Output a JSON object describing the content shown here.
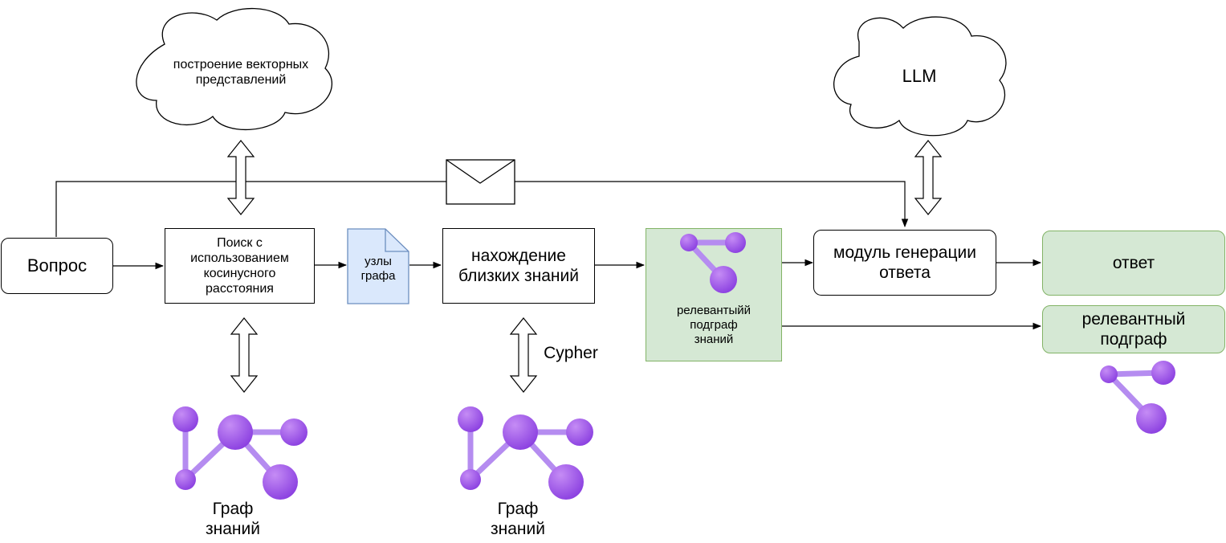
{
  "nodes": {
    "question": "Вопрос",
    "search": "Поиск с\nиспользованием\nкосинусного\nрасстояния",
    "graph_nodes_doc": "узлы\nграфа",
    "find_knowledge": "нахождение\nблизких знаний",
    "relevant_subgraph_box": "релевантыйй\nподграф\nзнаний",
    "generation_module": "модуль генерации\nответа",
    "answer": "ответ",
    "relevant_subgraph_out": "релевантный\nподграф"
  },
  "clouds": {
    "embeddings": "построение векторных\nпредставлений",
    "llm": "LLM"
  },
  "labels": {
    "cypher": "Cypher",
    "knowledge_graph_1": "Граф\nзнаний",
    "knowledge_graph_2": "Граф\nзнаний"
  },
  "colors": {
    "graph_purple": "#9b51e0",
    "graph_link": "#b58cf0",
    "doc_fill": "#dae8fc",
    "doc_stroke": "#6c8ebf",
    "green_fill": "#d5e8d4",
    "green_stroke": "#82b366"
  }
}
